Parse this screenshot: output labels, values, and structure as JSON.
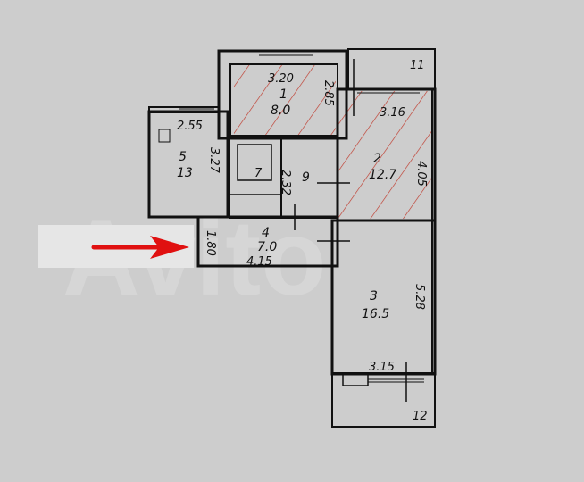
{
  "watermark": "Avito",
  "plan": {
    "rooms": [
      {
        "number": "1",
        "area": "8.0",
        "width": "3.20",
        "depth": "2.85",
        "hatched": true
      },
      {
        "number": "2",
        "area": "12.7",
        "width": "3.16",
        "depth": "4.05",
        "hatched": true
      },
      {
        "number": "5",
        "area": "13",
        "width": "2.55",
        "depth": "3.27"
      },
      {
        "number": "9",
        "depth": "2.32"
      },
      {
        "number": "7"
      },
      {
        "number": "4",
        "area": "7.0",
        "width": "4.15",
        "depth": "1.80"
      },
      {
        "number": "3",
        "area": "16.5",
        "width": "3.15",
        "depth": "5.28"
      }
    ],
    "balconies": [
      {
        "number": "11"
      },
      {
        "number": "12"
      }
    ]
  },
  "colors": {
    "hatch": "#c0392b",
    "arrow": "#e01010",
    "wall": "#111111"
  }
}
